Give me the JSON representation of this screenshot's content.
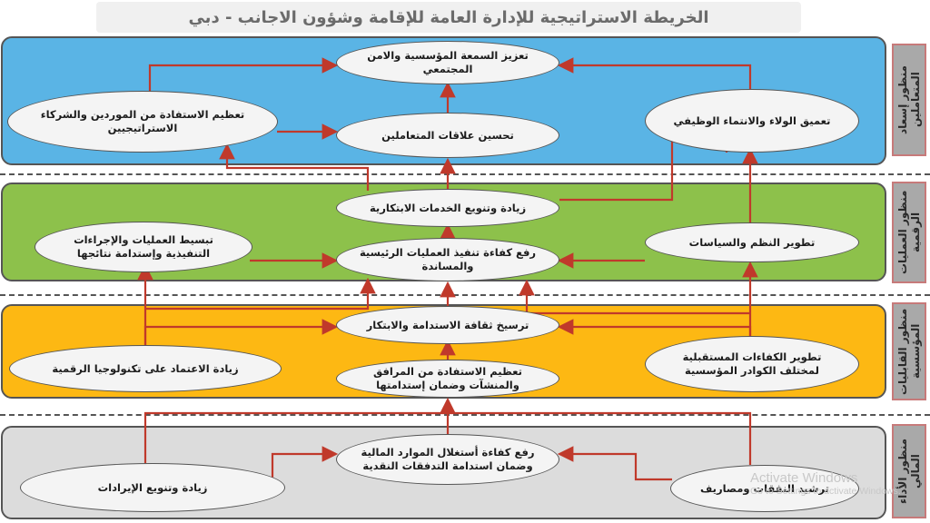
{
  "title": "الخريطة الاستراتيجية للإدارة العامة للإقامة وشؤون الاجانب - دبي",
  "colors": {
    "customers_band": "#5ab4e5",
    "processes_band": "#8dc14b",
    "capabilities_band": "#fdb813",
    "financial_band": "#dcdcdc",
    "arrow": "#c0392b",
    "side_tab": "#a9a9a9"
  },
  "perspectives": {
    "customers": "منظور إسعاد المتعاملين",
    "processes": "منظور العمليات الرقمية",
    "capabilities": "منظور القابليات المؤسسية",
    "financial": "منظور الأداء المالي"
  },
  "objectives": {
    "reputation": "تعزيز السمعة المؤسسية والامن المجتمعي",
    "partners": "تعظيم الاستفادة من الموردين والشركاء الاستراتيجيين",
    "relations": "تحسين علاقات المتعاملين",
    "loyalty": "تعميق الولاء والانتماء الوظيفي",
    "services": "زيادة وتنويع الخدمات الابتكارية",
    "simplify": "تبسيط العمليات والإجراءات التنفيذية وإستدامة نتائجها",
    "efficiency": "رفع كفاءة تنفيذ العمليات الرئيسية والمساندة",
    "systems": "تطوير النظم والسياسات",
    "culture": "ترسيخ ثقافة الاستدامة والابتكار",
    "technology": "زيادة الاعتماد على تكنولوجيا الرقمية",
    "facilities": "تعظيم الاستفادة من المرافق والمنشآت وضمان إستدامتها",
    "competencies": "تطوير الكفاءات المستقبلية لمختلف الكوادر المؤسسية",
    "resources": "رفع كفاءة أستغلال الموارد المالية وضمان استدامة التدفقات النقدية",
    "revenues": "زيادة وتنويع الإيرادات",
    "expenses": "ترشيد النفقات ومصاريف"
  },
  "watermark": {
    "line1": "Activate Windows",
    "line2": "Go to Settings to activate Windows."
  }
}
